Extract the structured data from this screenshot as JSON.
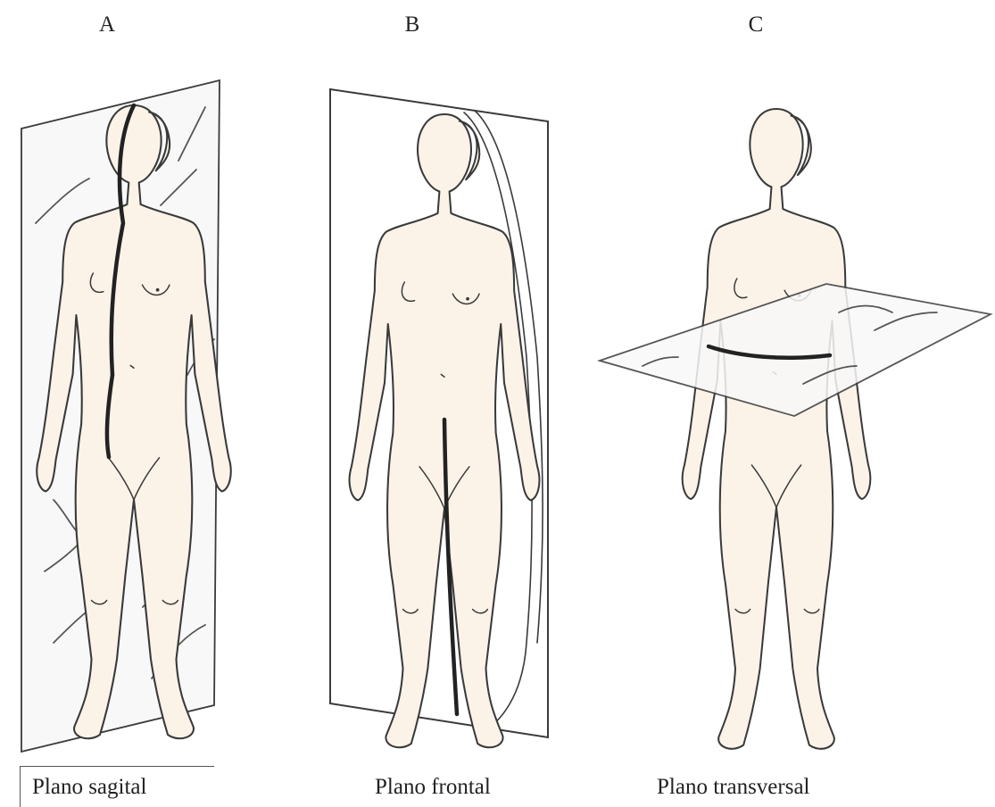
{
  "panels": [
    {
      "letter": "A",
      "caption": "Plano sagital"
    },
    {
      "letter": "B",
      "caption": "Plano frontal"
    },
    {
      "letter": "C",
      "caption": "Plano transversal"
    }
  ]
}
